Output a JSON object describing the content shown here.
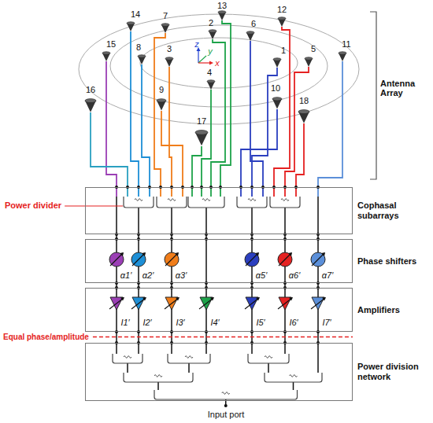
{
  "diagram": {
    "nodes": [
      {
        "text": [
          "Cophasal subarrays"
        ]
      },
      {
        "text": [
          "Phase shifters"
        ]
      },
      {
        "text": [
          "Amplifiers"
        ]
      },
      {
        "text": [
          "Power division network"
        ]
      }
    ],
    "labels": [
      "15",
      "14",
      "7",
      "13",
      "2",
      "6",
      "12",
      "8",
      "3",
      "1",
      "5",
      "11",
      "4",
      "16",
      "9",
      "10",
      "18",
      "17",
      "z",
      "y",
      "x",
      "Antenna Array",
      "Power divider",
      "α1′",
      "α2′",
      "α3′",
      "α5′",
      "α6′",
      "α7′",
      "I1′",
      "I2′",
      "I3′",
      "I4′",
      "I5′",
      "I6′",
      "I7′",
      "Equal phase/amplitude",
      "Input port"
    ]
  }
}
